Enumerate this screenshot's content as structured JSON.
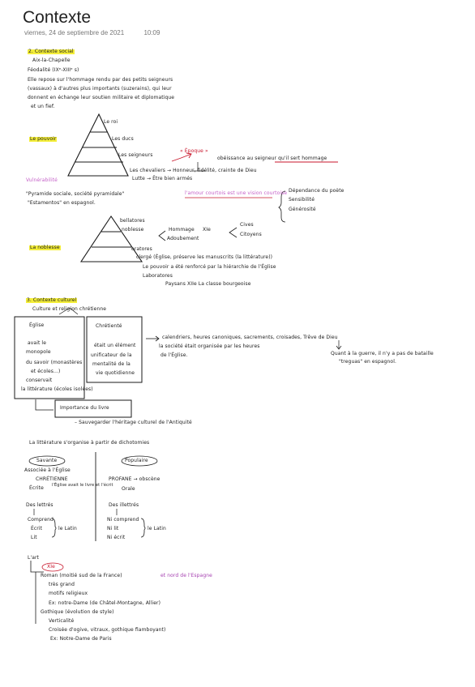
{
  "page": {
    "title": "Contexte",
    "date": "viernes, 24 de septiembre de 2021",
    "time": "10:09"
  },
  "section2": {
    "heading": "2. Contexte social",
    "city": "Aix-la-Chapelle",
    "feudal": "Féodalité (IXᵉ-XIIIᵉ s)",
    "desc": [
      "Elle repose sur l'hommage rendu par des petits seigneurs",
      "(vassaux) à d'autres plus importants (suzerains), qui leur",
      "donnent en échange leur soutien militaire et diplomatique",
      "et un fief."
    ],
    "pyramid1": {
      "side_label": "Le pouvoir",
      "levels": [
        "Le roi",
        "Les ducs",
        "Les seigneurs",
        "Les chevaliers → Honneur, fidélité, crainte de Dieu",
        "Lutte → Être bien armés"
      ],
      "epoque": "« Époque »",
      "obeissance": "obéissance au seigneur qu'il sert hommage",
      "vulnerabilite": "Vulnérabilité",
      "amour_courtois": "l'amour courtois est une vision courtoise",
      "branches": [
        "Dépendance du poète",
        "Sensibilité",
        "Générosité"
      ],
      "note1": "\"Pyramide sociale, société pyramidale\"",
      "note2": "\"Estamentos\" en espagnol."
    },
    "pyramid2": {
      "side_label": "La noblesse",
      "bellatores": "bellatores",
      "noblesse": "noblesse",
      "hommage": "Hommage",
      "adoubement": "Adoubement",
      "xie": "XIe",
      "cives": [
        "Cives",
        "Citoyens"
      ],
      "oratores": "oratores",
      "clerge": "clergé (Église, préserve les manuscrits (la littérature))",
      "pouvoir": "Le pouvoir a été renforcé par la hiérarchie de l'Église",
      "laboratores": "Laboratores",
      "paysans": "Paysans XIIe La classe bourgeoise"
    }
  },
  "section3": {
    "heading": "3. Contexte culturel",
    "culture": "Culture et religion chrétienne",
    "eglise_box": [
      "Église",
      "avait le",
      "monopole",
      "du savoir (monastères",
      "et écoles...)",
      "conservait",
      "la littérature (écoles isolées)"
    ],
    "chretiente_box": [
      "Chrétienté",
      "était un élément",
      "unificateur de la",
      "mentalité de la",
      "vie quotidienne"
    ],
    "calendriers": "calendriers, heures canoniques, sacrements, croisades, Trêve de Dieu",
    "societe": "la société était organisée par les heures",
    "societe2": "de l'Église.",
    "guerre": "Quant à la guerre, il n'y a pas de bataille",
    "guerre2": "\"treguas\" en espagnol.",
    "importance": "Importance du livre",
    "sauvegarder": "– Sauvegarder l'héritage culturel de l'Antiquité"
  },
  "litterature": {
    "intro": "La littérature s'organise à partir de dichotomies",
    "savante": {
      "label": "Savante",
      "lines": [
        "Associée à l'Église",
        "CHRÉTIENNE",
        "Écrite",
        "l'Église avait le livre et l'écrit"
      ],
      "lettres": "Des lettrés",
      "abilities": [
        "Comprend",
        "Écrit",
        "Lit"
      ],
      "latin": "le Latin"
    },
    "populaire": {
      "label": "Populaire",
      "lines": [
        "PROFANE → obscène",
        "Orale"
      ],
      "illettres": "Des illettrés",
      "abilities": [
        "Ni comprend",
        "Ni lit",
        "Ni écrit"
      ],
      "latin": "le Latin"
    }
  },
  "art": {
    "heading": "L'art",
    "century": "XIe",
    "roman": "Roman (moitié sud de la France)",
    "roman_note": "et nord de l'Espagne",
    "roman_items": [
      "très grand",
      "motifs religieux"
    ],
    "roman_ex": "Ex: notre-Dame (de Châtel-Montagne, Allier)",
    "gothique": "Gothique (évolution de style)",
    "gothique_items": [
      "Verticalité",
      "Croisée d'ogive, vitraux, gothique flamboyant)"
    ],
    "gothique_ex": "Ex: Notre-Dame de Paris"
  }
}
